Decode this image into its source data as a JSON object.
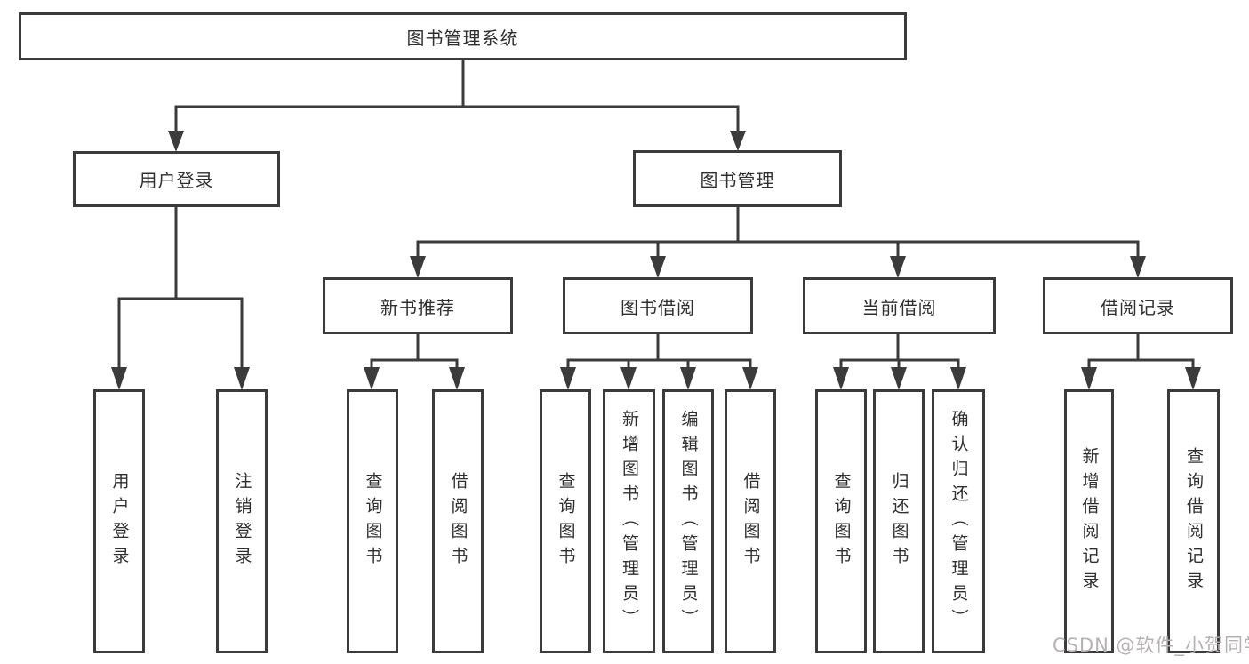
{
  "tree": {
    "label": "图书管理系统",
    "children": [
      {
        "label": "用户登录",
        "children": [
          {
            "label": "用户登录"
          },
          {
            "label": "注销登录"
          }
        ]
      },
      {
        "label": "图书管理",
        "children": [
          {
            "label": "新书推荐",
            "children": [
              {
                "label": "查询图书"
              },
              {
                "label": "借阅图书"
              }
            ]
          },
          {
            "label": "图书借阅",
            "children": [
              {
                "label": "查询图书"
              },
              {
                "label": "新增图书（管理员）"
              },
              {
                "label": "编辑图书（管理员）"
              },
              {
                "label": "借阅图书"
              }
            ]
          },
          {
            "label": "当前借阅",
            "children": [
              {
                "label": "查询图书"
              },
              {
                "label": "归还图书"
              },
              {
                "label": "确认归还（管理员）"
              }
            ]
          },
          {
            "label": "借阅记录",
            "children": [
              {
                "label": "新增借阅记录"
              },
              {
                "label": "查询借阅记录"
              }
            ]
          }
        ]
      }
    ]
  },
  "watermark": "CSDN @软件_小贺同学",
  "colors": {
    "line": "#3b3b3b",
    "text": "#2f2f2f",
    "watermark": "#b7b2b2",
    "background": "#ffffff"
  }
}
